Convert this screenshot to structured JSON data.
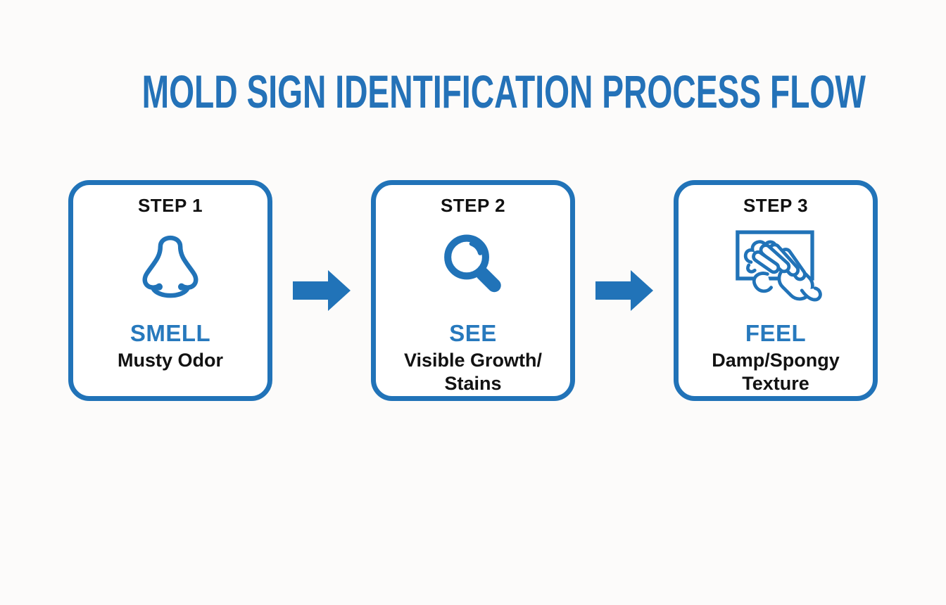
{
  "title": "MOLD SIGN IDENTIFICATION PROCESS FLOW",
  "colors": {
    "accent_blue": "#2173b8",
    "title_blue": "#2472b8",
    "sense_blue": "#2779bd",
    "text_black": "#121212",
    "background": "#fcfbfa",
    "card_background": "#ffffff"
  },
  "steps": [
    {
      "step_label": "STEP 1",
      "icon": "nose-icon",
      "sense_label": "SMELL",
      "description": "Musty Odor"
    },
    {
      "step_label": "STEP 2",
      "icon": "magnifier-icon",
      "sense_label": "SEE",
      "description": "Visible Growth/\nStains"
    },
    {
      "step_label": "STEP 3",
      "icon": "hand-touch-icon",
      "sense_label": "FEEL",
      "description": "Damp/Spongy\nTexture"
    }
  ],
  "connectors": [
    {
      "icon": "arrow-right-icon"
    },
    {
      "icon": "arrow-right-icon"
    }
  ]
}
